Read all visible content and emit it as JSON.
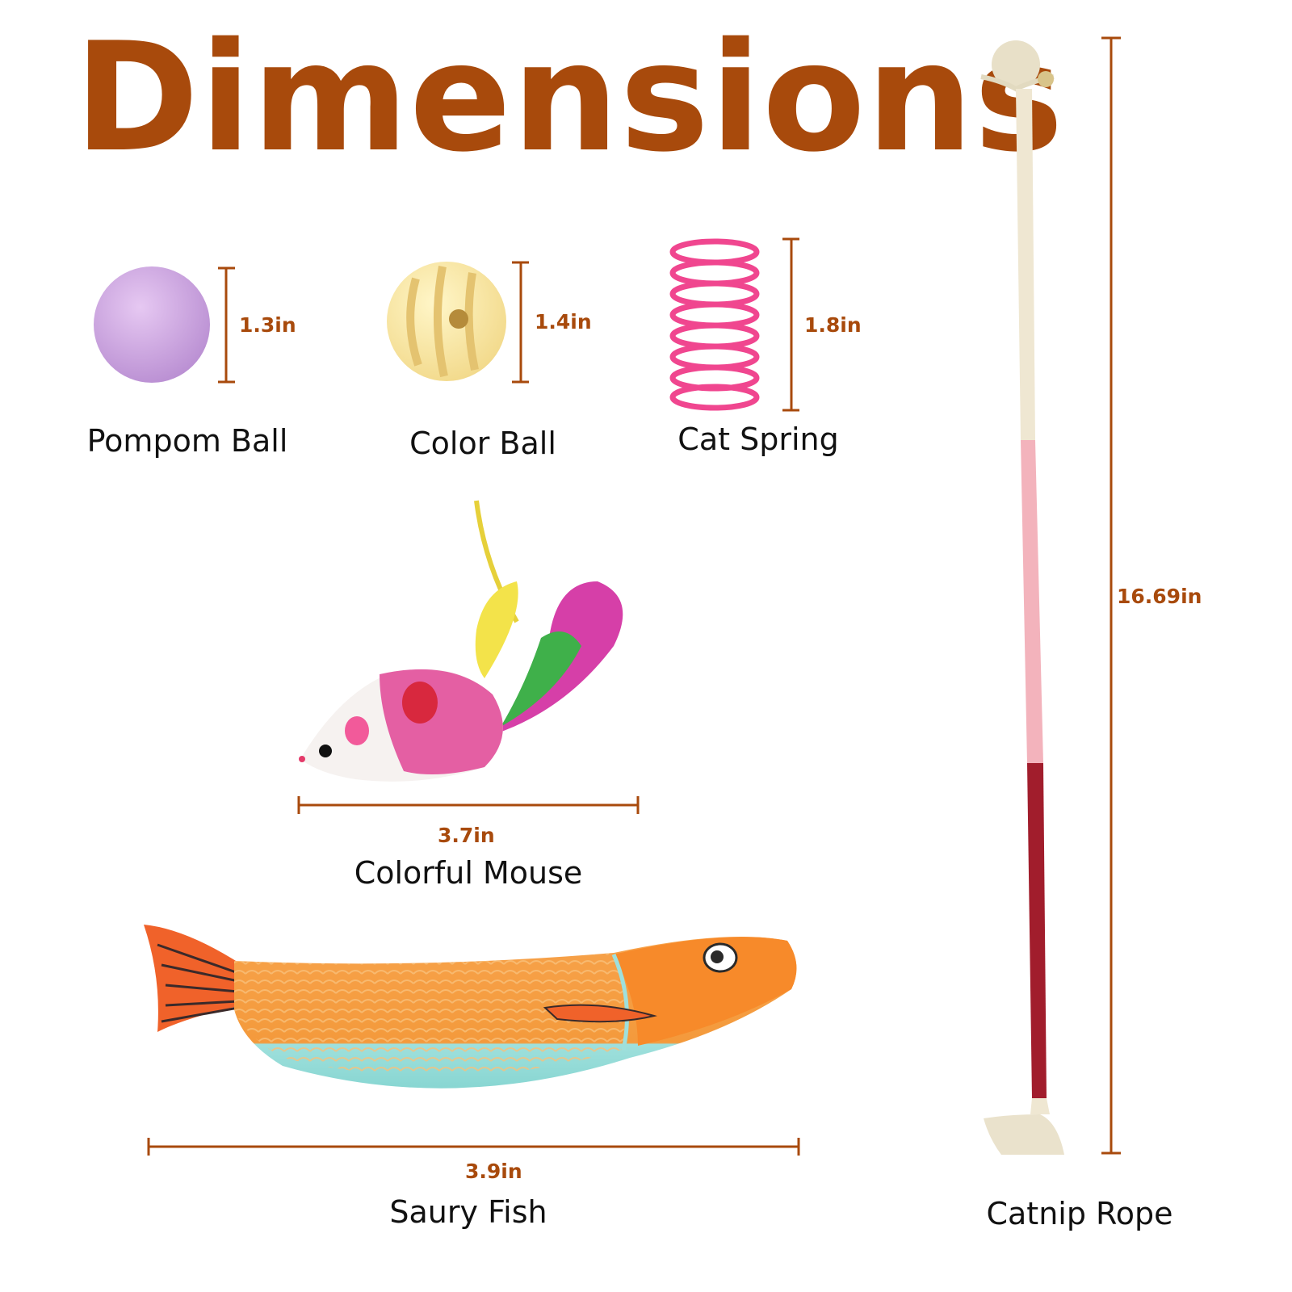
{
  "title": "Dimensions",
  "colors": {
    "accent": "#a84a0c",
    "label": "#111111",
    "background": "#ffffff"
  },
  "items": [
    {
      "name": "Pompom Ball",
      "dimension": "1.3in",
      "icon": "pompom-ball-icon"
    },
    {
      "name": "Color Ball",
      "dimension": "1.4in",
      "icon": "color-ball-icon"
    },
    {
      "name": "Cat Spring",
      "dimension": "1.8in",
      "icon": "cat-spring-icon"
    },
    {
      "name": "Colorful Mouse",
      "dimension": "3.7in",
      "icon": "colorful-mouse-icon"
    },
    {
      "name": "Saury Fish",
      "dimension": "3.9in",
      "icon": "saury-fish-icon"
    },
    {
      "name": "Catnip Rope",
      "dimension": "16.69in",
      "icon": "catnip-rope-icon"
    }
  ]
}
